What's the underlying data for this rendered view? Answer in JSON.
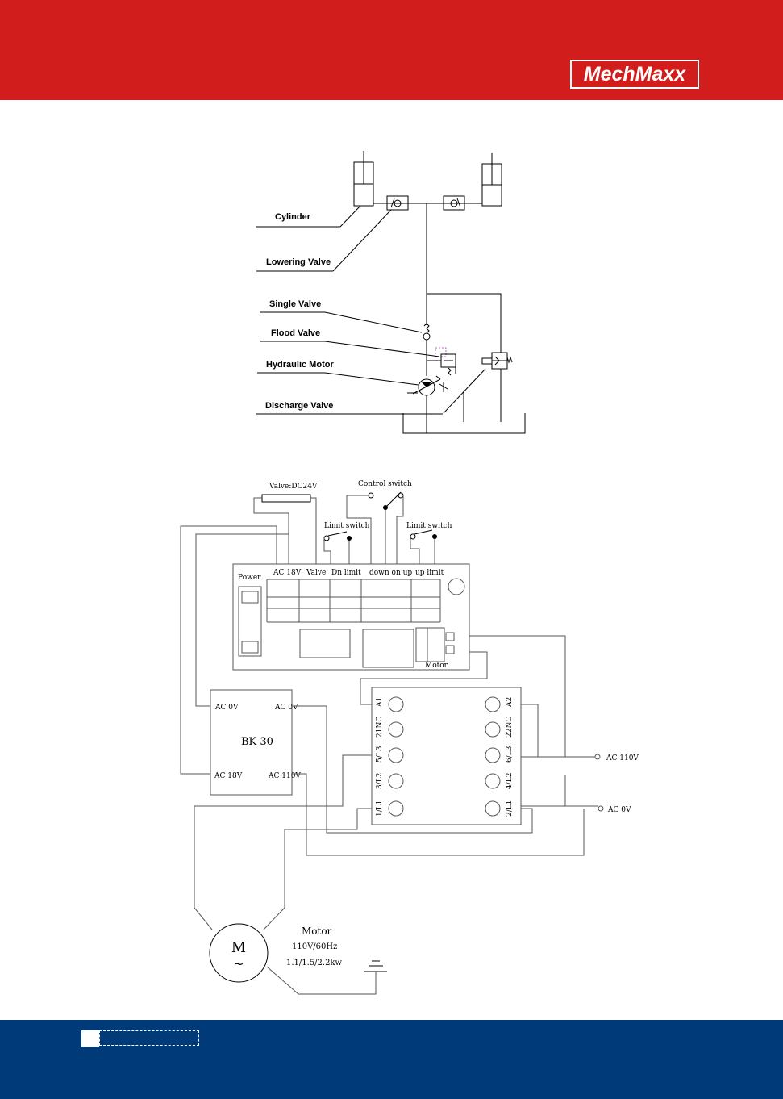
{
  "brand": {
    "logo_text": "MechMaxx",
    "header_color": "#d11d1b",
    "footer_color": "#003a78"
  },
  "hydraulic": {
    "cylinder": "Cylinder",
    "lowering_valve": "Lowering Valve",
    "single_valve": "Single Valve",
    "flood_valve": "Flood Valve",
    "hydraulic_motor": "Hydraulic Motor",
    "discharge_valve": "Discharge Valve"
  },
  "wiring": {
    "valve_dc": "Valve:DC24V",
    "control_switch": "Control switch",
    "limit_switch_left": "Limit switch",
    "limit_switch_right": "Limit switch",
    "power": "Power",
    "terminal_labels": [
      "AC 18V",
      "Valve",
      "Dn limit",
      "down on up",
      "up limit"
    ],
    "motor_terminal": "Motor",
    "transformer": {
      "name": "BK 30",
      "tl": "AC 0V",
      "tr": "AC 0V",
      "bl": "AC 18V",
      "br": "AC 110V"
    },
    "contactor_left": [
      "A1",
      "21NC",
      "5/L3",
      "3/L2",
      "1/L1"
    ],
    "contactor_right": [
      "A2",
      "22NC",
      "6/L3",
      "4/L2",
      "2/L1"
    ],
    "supply_110": "AC 110V",
    "supply_0": "AC 0V",
    "motor": {
      "symbol": "M",
      "tilde": "~",
      "title": "Motor",
      "spec1": "110V/60Hz",
      "spec2": "1.1/1.5/2.2kw"
    }
  }
}
